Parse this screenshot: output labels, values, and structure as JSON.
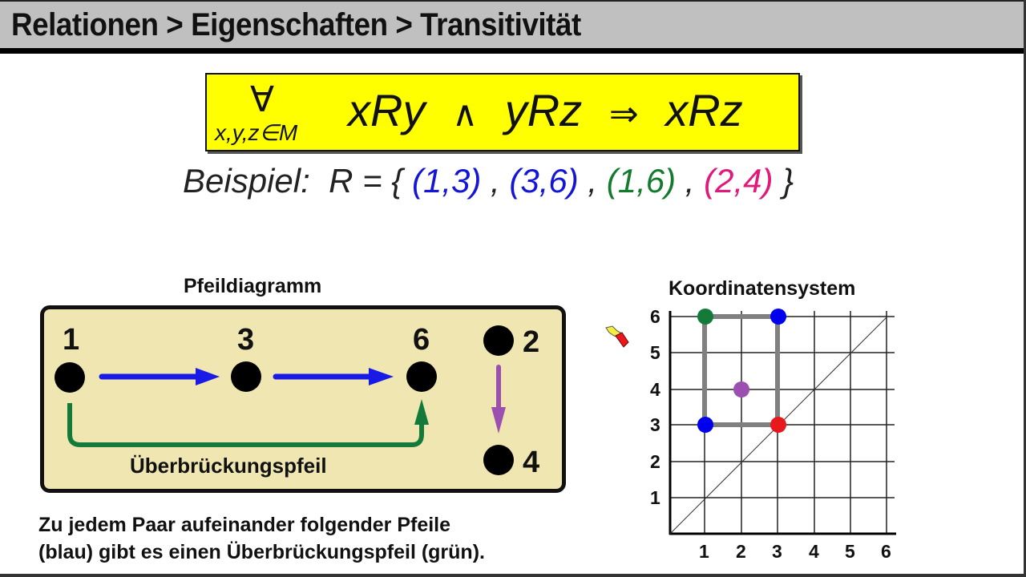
{
  "header": {
    "breadcrumb": [
      "Relationen",
      "Eigenschaften",
      "Transitivität"
    ],
    "title": "Relationen > Eigenschaften > Transitivität"
  },
  "formula": {
    "quantifier_symbol": "∀",
    "quantifier_subscript": "x,y,z∈M",
    "left1": "xRy",
    "and_symbol": "∧",
    "left2": "yRz",
    "implies_symbol": "⇒",
    "right": "xRz",
    "background_color": "#ffff00"
  },
  "example": {
    "label": "Beispiel:",
    "set_prefix": "R = {",
    "pairs": [
      {
        "text": "(1,3)",
        "color": "#1515d8"
      },
      {
        "text": "(3,6)",
        "color": "#1515d8"
      },
      {
        "text": "(1,6)",
        "color": "#137a2e"
      },
      {
        "text": "(2,4)",
        "color": "#e0197a"
      }
    ],
    "separator": ",",
    "set_suffix": "}"
  },
  "arrow_diagram": {
    "title": "Pfeildiagramm",
    "nodes": [
      {
        "label": "1"
      },
      {
        "label": "3"
      },
      {
        "label": "6"
      },
      {
        "label": "2"
      },
      {
        "label": "4"
      }
    ],
    "arrows": [
      {
        "from": "1",
        "to": "3",
        "color": "#1a1ae6"
      },
      {
        "from": "3",
        "to": "6",
        "color": "#1a1ae6"
      },
      {
        "from": "1",
        "to": "6",
        "color": "#137a3a"
      },
      {
        "from": "2",
        "to": "4",
        "color": "#9b4fb0"
      }
    ],
    "bridge_label": "Überbrückungspfeil",
    "background_color": "#efe6b2"
  },
  "coordinate_system": {
    "title": "Koordinatensystem",
    "x_ticks": [
      "1",
      "2",
      "3",
      "4",
      "5",
      "6"
    ],
    "y_ticks": [
      "1",
      "2",
      "3",
      "4",
      "5",
      "6"
    ]
  },
  "chart_data": {
    "type": "scatter",
    "title": "Koordinatensystem",
    "xlabel": "",
    "ylabel": "",
    "xlim": [
      0,
      6
    ],
    "ylim": [
      0,
      6
    ],
    "grid": true,
    "points": [
      {
        "x": 1,
        "y": 3,
        "color": "#0000ee"
      },
      {
        "x": 3,
        "y": 6,
        "color": "#0000ee"
      },
      {
        "x": 1,
        "y": 6,
        "color": "#137a3a"
      },
      {
        "x": 2,
        "y": 4,
        "color": "#9b4fb0"
      },
      {
        "x": 3,
        "y": 3,
        "color": "#e8191e"
      }
    ],
    "rectangle": {
      "x1": 1,
      "y1": 3,
      "x2": 3,
      "y2": 6,
      "color": "#808080"
    },
    "diagonal": "y = x"
  },
  "note": {
    "line1": "Zu jedem Paar aufeinander folgender Pfeile",
    "line2": "(blau) gibt es einen Überbrückungspfeil (grün)."
  }
}
